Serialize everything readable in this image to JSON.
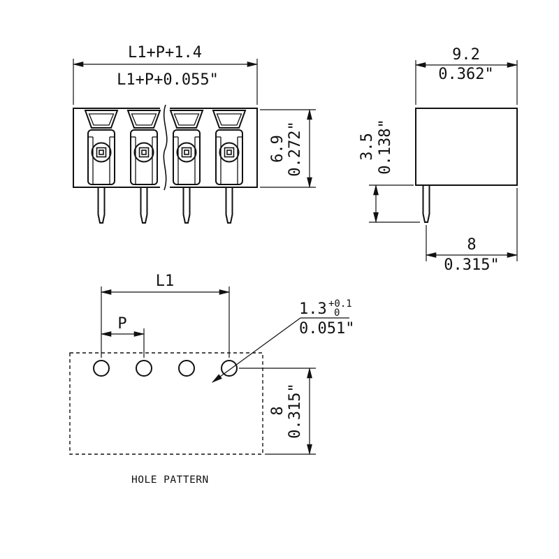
{
  "colors": {
    "line": "#111111",
    "background": "#ffffff"
  },
  "drawing": {
    "front_view": {
      "dim_top_mm": "L1+P+1.4",
      "dim_top_inch": "L1+P+0.055\"",
      "dim_height_mm": "6.9",
      "dim_height_inch": "0.272\""
    },
    "side_view": {
      "dim_width_mm": "9.2",
      "dim_width_inch": "0.362\"",
      "dim_pin_len_mm": "3.5",
      "dim_pin_len_inch": "0.138\"",
      "dim_pin_offset_mm": "8",
      "dim_pin_offset_inch": "0.315\""
    },
    "hole_pattern": {
      "dim_span": "L1",
      "dim_pitch": "P",
      "hole_dia_mm": "1.3",
      "hole_tol_upper": "+0.1",
      "hole_tol_lower": "0",
      "hole_dia_inch": "0.051\"",
      "dim_row_offset_mm": "8",
      "dim_row_offset_inch": "0.315\"",
      "caption": "HOLE PATTERN"
    }
  }
}
